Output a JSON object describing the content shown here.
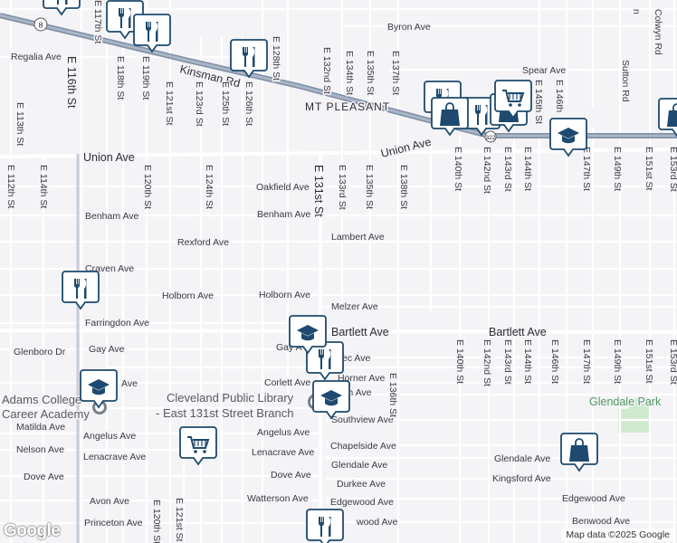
{
  "map": {
    "logo": "Google",
    "attribution": "Map data ©2025 Google",
    "route_shield": "8",
    "route_shield_2": "322",
    "colors": {
      "background": "#f4f3f6",
      "road": "#ffffff",
      "highway": "#8e9aab",
      "pin": "#1d4a6e",
      "park": "#cfe9cf"
    }
  },
  "labels": {
    "byron": "Byron Ave",
    "regalia": "Regalia Ave",
    "kinsman": "Kinsman Rd",
    "mt_pleasant": "MT PLEASANT",
    "spear": "Spear Ave",
    "union_w": "Union Ave",
    "union_e": "Union Ave",
    "oakfield": "Oakfield Ave",
    "benham_w": "Benham Ave",
    "benham_e": "Benham Ave",
    "rexford": "Rexford Ave",
    "lambert": "Lambert Ave",
    "craven": "Craven Ave",
    "holborn_w": "Holborn Ave",
    "holborn_e": "Holborn Ave",
    "melzer": "Melzer Ave",
    "farringdon": "Farringdon Ave",
    "bartlett_w": "Bartlett Ave",
    "bartlett_e": "Bartlett Ave",
    "glenboro": "Glenboro Dr",
    "gay_w": "Gay Ave",
    "gay_e": "Gay A",
    "ec_ave": "ec Ave",
    "corlett": "Corlett Ave",
    "horner": "Horner Ave",
    "rth": "rth Ave",
    "ave_frag": "Ave",
    "southview": "Southview Ave",
    "matilda": "Matilda Ave",
    "angelus_w": "Angelus Ave",
    "angelus_e": "Angelus Ave",
    "nelson": "Nelson Ave",
    "lenacrave_w": "Lenacrave Ave",
    "lenacrave_e": "Lenacrave Ave",
    "chapelside": "Chapelside Ave",
    "glendale_w": "Glendale Ave",
    "glendale_e": "Glendale Ave",
    "dove_w": "Dove Ave",
    "dove_e": "Dove Ave",
    "kingsford": "Kingsford Ave",
    "durkee": "Durkee Ave",
    "avon": "Avon Ave",
    "watterson": "Watterson Ave",
    "edgewood_w": "Edgewood Ave",
    "edgewood_e": "Edgewood Ave",
    "princeton": "Princeton Ave",
    "wood": "wood Ave",
    "benwood": "Benwood Ave",
    "colwyn": "Colwyn Rd",
    "n_frag": "n",
    "sutton": "Sutton Rd",
    "e112": "E 112th St",
    "e113": "E 113th St",
    "e114": "E 114th St",
    "e116": "E 116th St",
    "e117": "E 117th St",
    "e118": "E 118th St",
    "e119": "E 119th St",
    "e120": "E 120th St",
    "e120s": "E 120th St",
    "e121": "E 121st St",
    "e121s": "E 121st St",
    "e123": "E 123rd St",
    "e124": "E 124th St",
    "e125": "E 125th St",
    "e126": "E 126th St",
    "e128": "E 128th St",
    "e131": "E 131st St",
    "e132": "E 132nd St",
    "e133": "E 133rd St",
    "e134": "E 134th St",
    "e135n": "E 135th St",
    "e135": "E 135th St",
    "e136": "E 136th St",
    "e137": "E 137th St",
    "e138": "E 138th St",
    "e140": "E 140th St",
    "e140s": "E 140th St",
    "e142": "E 142nd St",
    "e142s": "E 142nd St",
    "e143": "E 143rd St",
    "e143s": "E 143rd St",
    "e144": "E 144th St",
    "e144s": "E 144th St",
    "e145": "E 145th St",
    "e146n": "E 146th",
    "e146": "E 146th St",
    "e147": "E 147th St",
    "e147s": "E 147th St",
    "e149": "E 149th St",
    "e149s": "E 149th St",
    "e151": "E 151st St",
    "e151s": "E 151st St",
    "e153": "E 153rd St",
    "e153s": "E 153rd St",
    "library_1": "Cleveland Public Library",
    "library_2": "- East 131st Street Branch",
    "adams_1": "Adams College",
    "adams_2": "Career Academy",
    "glendale_park": "Glendale Park"
  }
}
